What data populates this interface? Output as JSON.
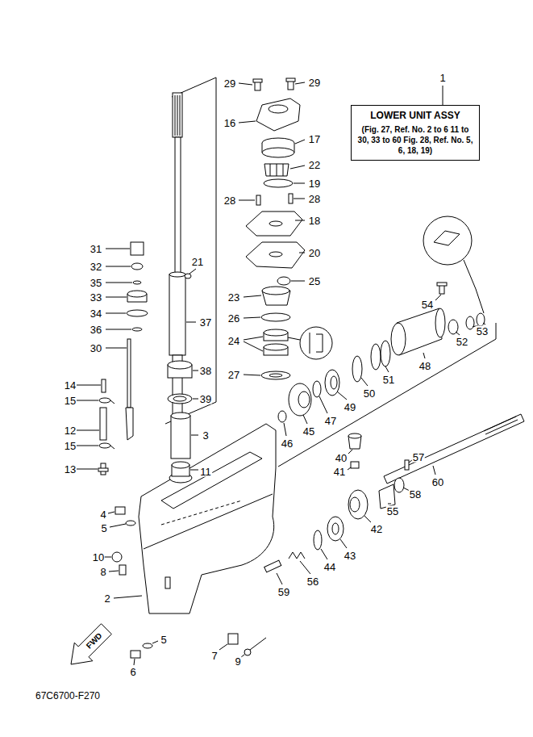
{
  "diagram": {
    "nodes": [
      {
        "text": [
          "LOWER UNIT ASSY",
          "(Fig. 27, Ref. No. 2 to 6 11 to 30, 33 to 60 Fig. 28, Ref. No. 5, 6, 18, 19)"
        ]
      }
    ],
    "labels": [
      "1",
      "29",
      "29",
      "16",
      "17",
      "22",
      "19",
      "28",
      "28",
      "18",
      "20",
      "21",
      "25",
      "23",
      "26",
      "24",
      "27",
      "31",
      "32",
      "35",
      "33",
      "34",
      "36",
      "37",
      "30",
      "38",
      "39",
      "14",
      "15",
      "12",
      "15",
      "13",
      "3",
      "11",
      "4",
      "5",
      "10",
      "8",
      "2",
      "5",
      "6",
      "7",
      "9",
      "54",
      "53",
      "52",
      "48",
      "51",
      "50",
      "49",
      "47",
      "45",
      "46",
      "40",
      "41",
      "57",
      "55",
      "58",
      "60",
      "42",
      "43",
      "44",
      "56",
      "59",
      "FWD",
      "67C6700-F270"
    ]
  }
}
